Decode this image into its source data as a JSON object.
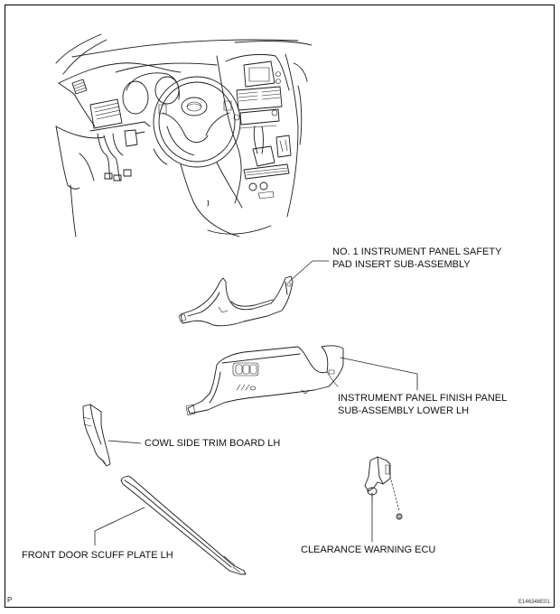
{
  "diagram": {
    "title": "Instrument panel lower LH components",
    "page_marker": "P",
    "figure_id": "E146346E01",
    "parts": [
      {
        "id": "safety-pad-insert",
        "label_lines": [
          "NO. 1 INSTRUMENT PANEL SAFETY",
          "PAD INSERT SUB-ASSEMBLY"
        ]
      },
      {
        "id": "finish-panel-lower",
        "label_lines": [
          "INSTRUMENT PANEL FINISH PANEL",
          "SUB-ASSEMBLY LOWER LH"
        ]
      },
      {
        "id": "cowl-side-trim",
        "label_lines": [
          "COWL SIDE TRIM BOARD LH"
        ]
      },
      {
        "id": "scuff-plate",
        "label_lines": [
          "FRONT DOOR SCUFF PLATE LH"
        ]
      },
      {
        "id": "clearance-ecu",
        "label_lines": [
          "CLEARANCE WARNING ECU"
        ]
      }
    ]
  }
}
